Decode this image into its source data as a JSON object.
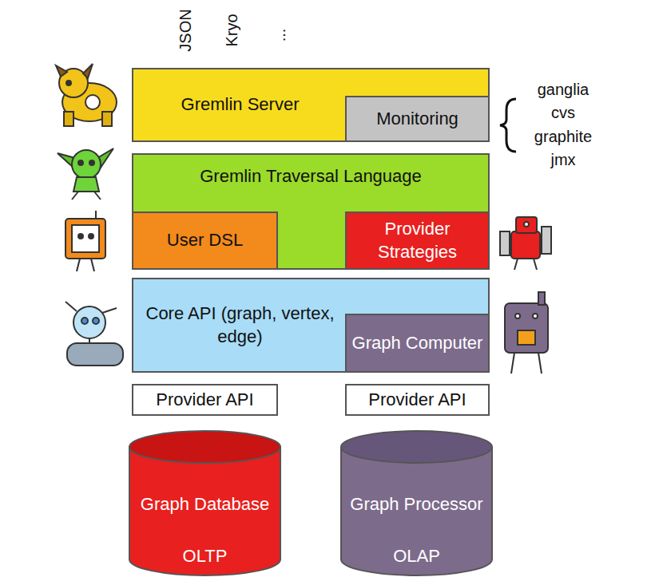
{
  "diagram": {
    "nodes": [
      {
        "text": [
          "Gremlin Server"
        ]
      },
      {
        "text": [
          "Monitoring"
        ],
        "in": 0
      },
      {
        "text": [
          "Gremlin Traversal Language"
        ]
      },
      {
        "text": [
          "User DSL"
        ],
        "in": 2
      },
      {
        "text": [
          "Provider Strategies"
        ],
        "in": 2
      },
      {
        "text": [
          "Core API (graph, vertex, edge)"
        ]
      },
      {
        "text": [
          "Graph Computer"
        ],
        "in": 5
      },
      {
        "text": [
          "Provider API"
        ]
      },
      {
        "text": [
          "Provider API"
        ]
      },
      {
        "text": [
          "Graph Database",
          "OLTP"
        ]
      },
      {
        "text": [
          "Graph Processor",
          "OLAP"
        ]
      }
    ],
    "labels": [
      "JSON",
      "Kryo",
      "...",
      "ganglia",
      "cvs",
      "graphite",
      "jmx"
    ]
  }
}
